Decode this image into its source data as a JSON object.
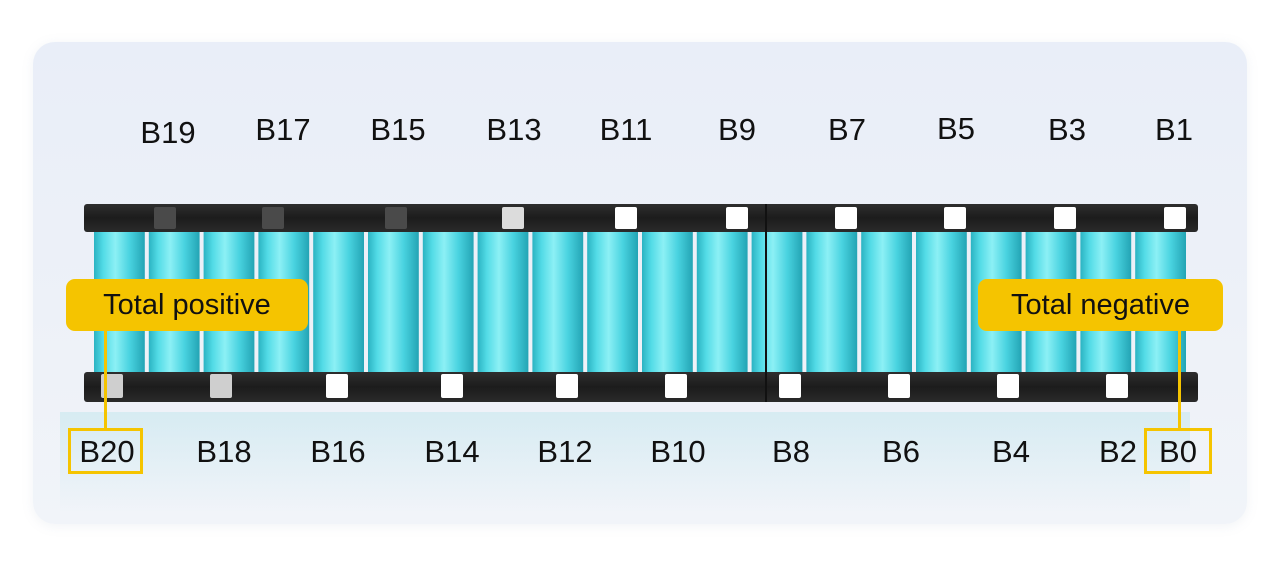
{
  "top_labels": [
    "B19",
    "B17",
    "B15",
    "B13",
    "B11",
    "B9",
    "B7",
    "B5",
    "B3",
    "B1"
  ],
  "bottom_labels": [
    "B20",
    "B18",
    "B16",
    "B14",
    "B12",
    "B10",
    "B8",
    "B6",
    "B4",
    "B2",
    "B0"
  ],
  "callouts": {
    "positive": "Total positive",
    "negative": "Total negative"
  },
  "cell_count": 20,
  "colors": {
    "cell": "#49d7e3",
    "holder": "#222222",
    "callout": "#f5c400",
    "card_background": "#e9eef8"
  }
}
